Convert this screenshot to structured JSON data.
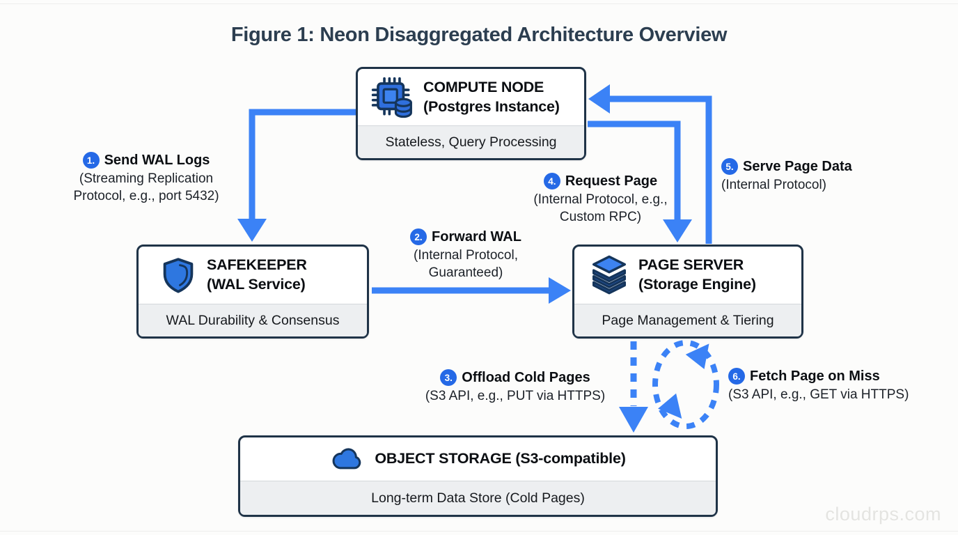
{
  "page": {
    "title": "Figure 1: Neon Disaggregated Architecture Overview",
    "watermark": "cloudrps.com"
  },
  "colors": {
    "arrow_blue": "#3b82f6",
    "badge_blue": "#2569e6",
    "border_navy": "#1f3347",
    "icon_blue": "#2f6fdd",
    "icon_outline_navy": "#15355b",
    "title_navy": "#2c3e50",
    "footer_gray": "#edeff1"
  },
  "nodes": {
    "compute": {
      "icon": "cpu-database-icon",
      "title": "COMPUTE NODE",
      "subtitle": "(Postgres Instance)",
      "footer": "Stateless, Query Processing"
    },
    "safekeeper": {
      "icon": "shield-icon",
      "title": "SAFEKEEPER",
      "subtitle": "(WAL Service)",
      "footer": "WAL Durability & Consensus"
    },
    "pageserver": {
      "icon": "layers-icon",
      "title": "PAGE SERVER",
      "subtitle": "(Storage Engine)",
      "footer": "Page Management & Tiering"
    },
    "storage": {
      "icon": "cloud-icon",
      "title": "OBJECT STORAGE (S3-compatible)",
      "footer": "Long-term Data Store (Cold Pages)"
    }
  },
  "flows": [
    {
      "num": "1.",
      "label": "Send WAL Logs",
      "detail": "(Streaming Replication Protocol, e.g., port 5432)"
    },
    {
      "num": "2.",
      "label": "Forward WAL",
      "detail": "(Internal Protocol, Guaranteed)"
    },
    {
      "num": "3.",
      "label": "Offload Cold Pages",
      "detail": "(S3 API, e.g., PUT via HTTPS)"
    },
    {
      "num": "4.",
      "label": "Request Page",
      "detail": "(Internal Protocol, e.g., Custom RPC)"
    },
    {
      "num": "5.",
      "label": "Serve Page Data",
      "detail": "(Internal Protocol)"
    },
    {
      "num": "6.",
      "label": "Fetch Page on Miss",
      "detail": "(S3 API, e.g., GET via HTTPS)"
    }
  ]
}
